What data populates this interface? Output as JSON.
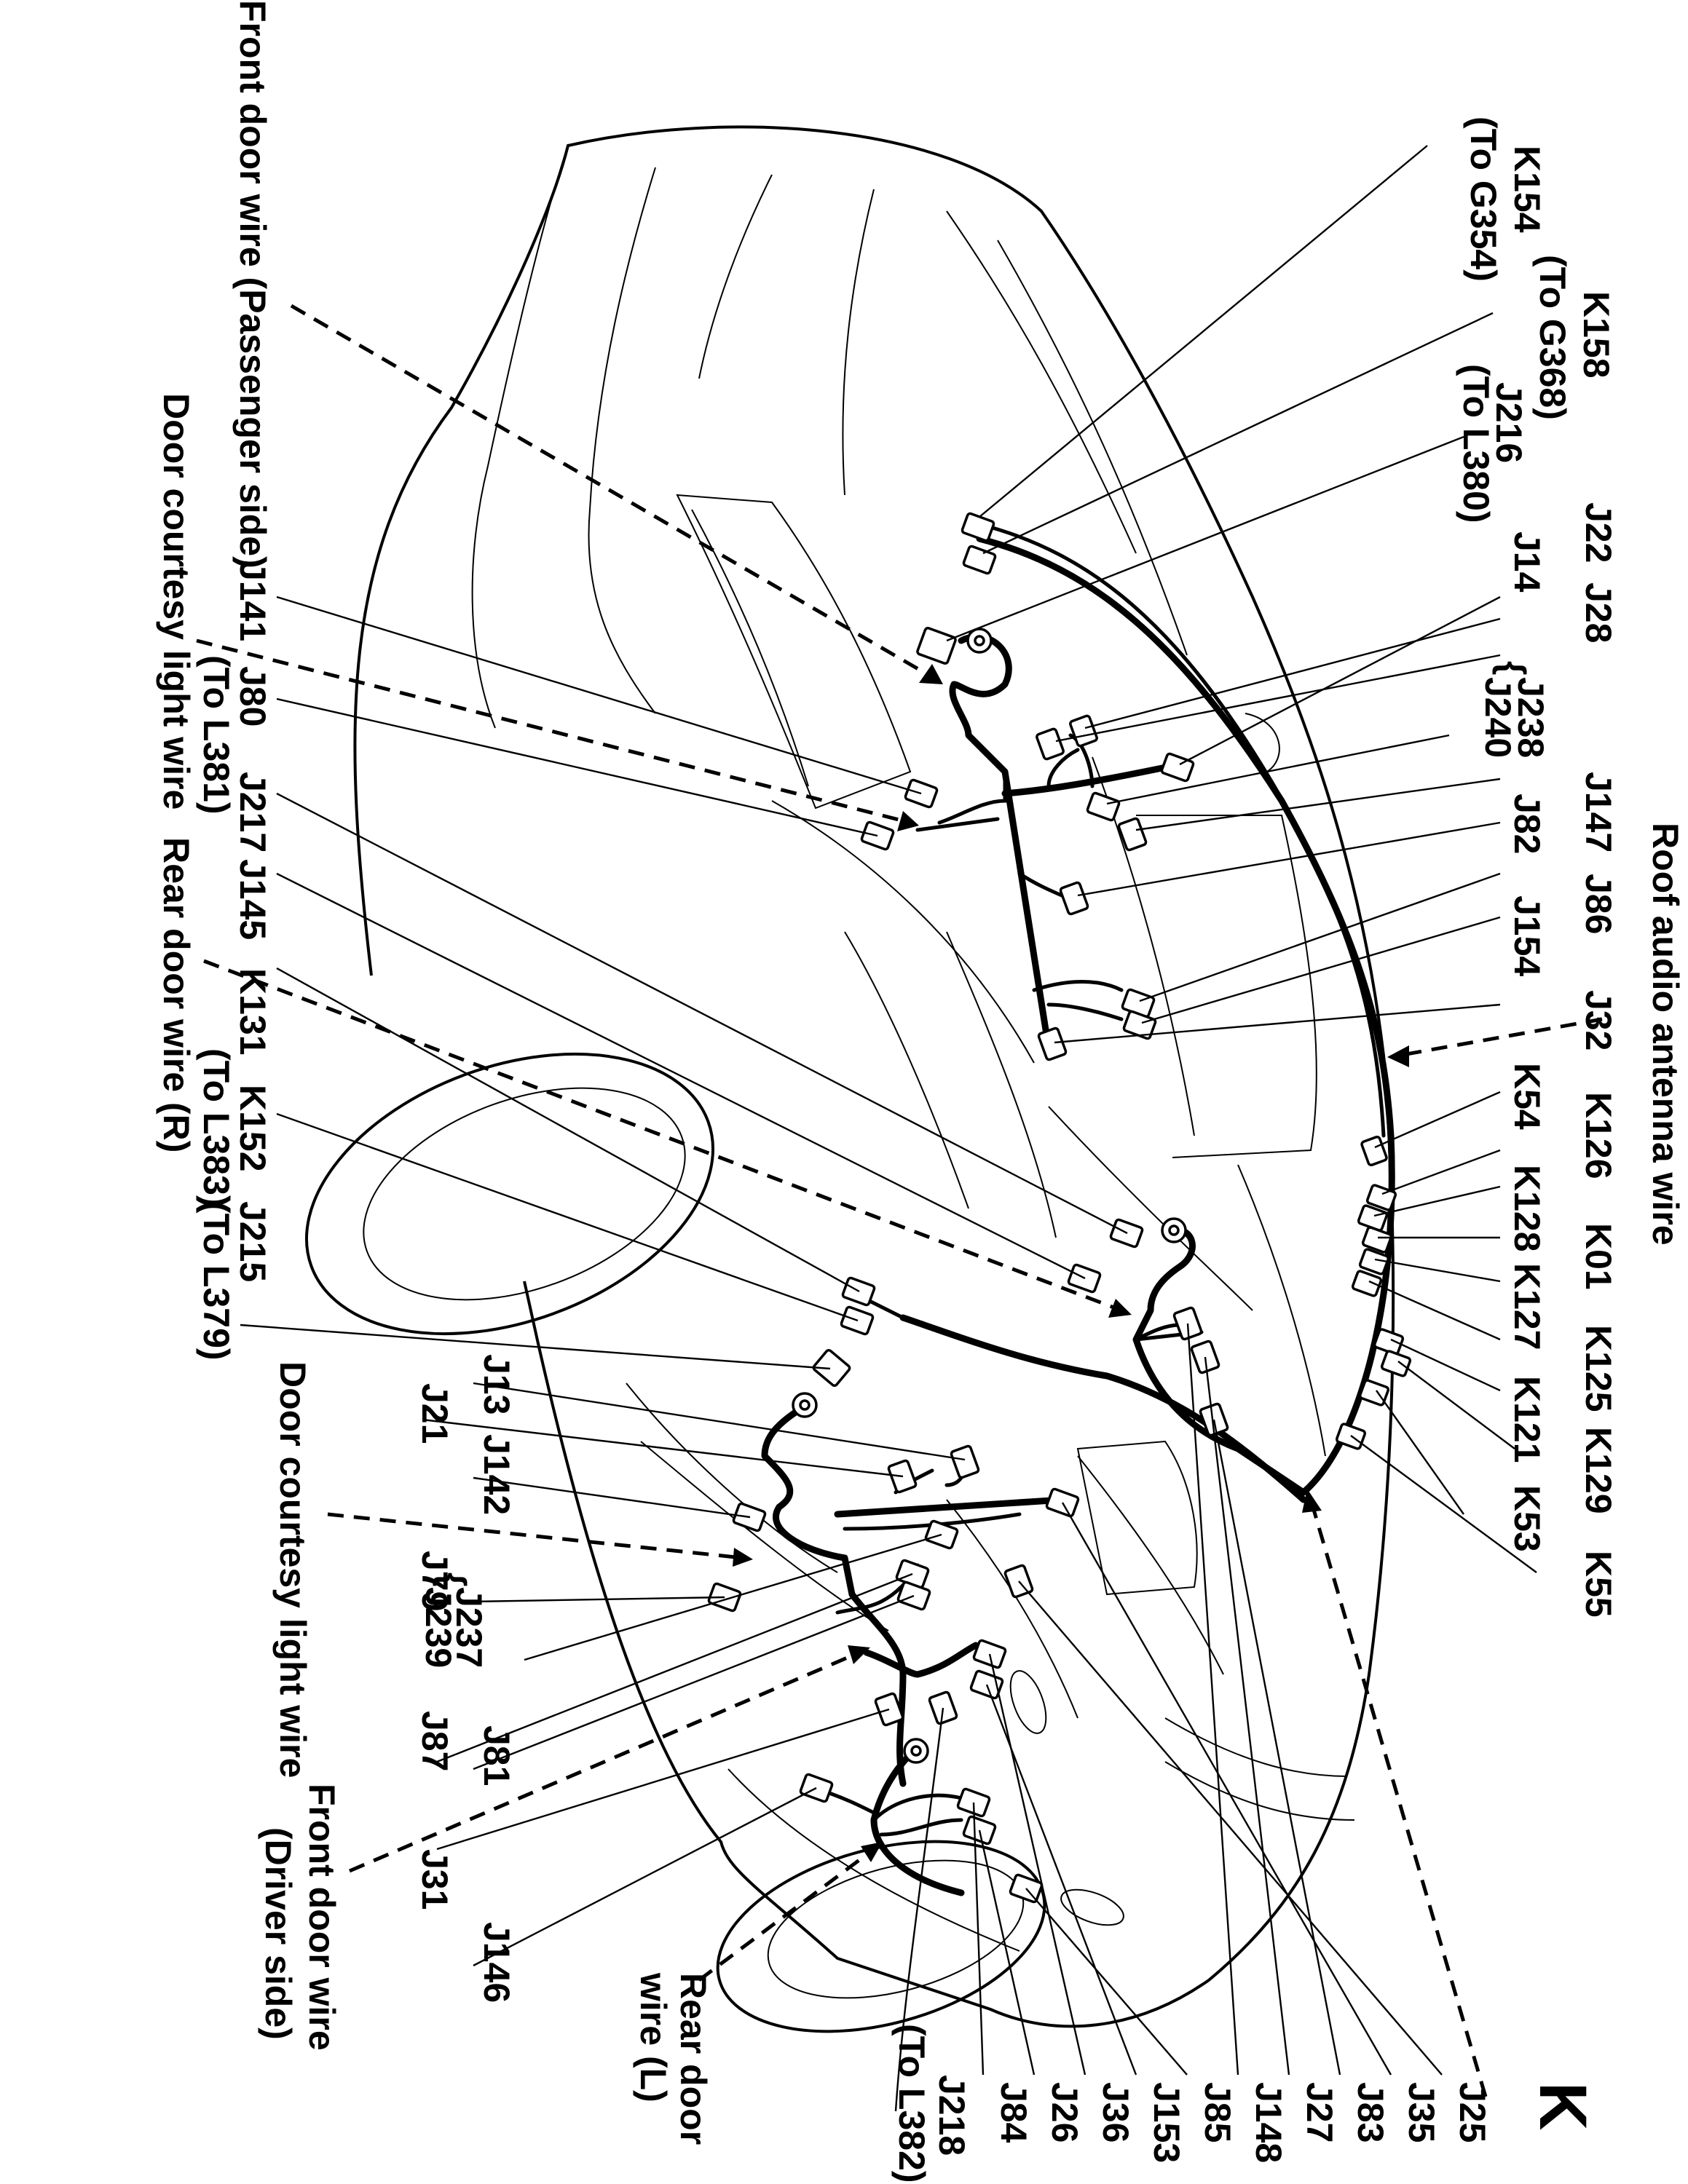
{
  "diagram": {
    "section_letter": "K",
    "wire_labels": {
      "roof_audio_antenna": "Roof audio antenna wire",
      "front_door_passenger": "Front door wire (Passenger side)",
      "door_courtesy_top": "Door courtesy light wire",
      "rear_door_r": "Rear door wire (R)",
      "door_courtesy_bottom": "Door courtesy light wire",
      "front_door_driver_1": "Front door wire",
      "front_door_driver_2": "(Driver side)",
      "rear_door_l_1": "Rear door",
      "rear_door_l_2": "wire (L)"
    },
    "connectors": {
      "K154": "K154",
      "K154_sub": "(To G354)",
      "K158": "K158",
      "K158_sub": "(To G368)",
      "J216": "J216",
      "J216_sub": "(To L380)",
      "J22": "J22",
      "J14": "J14",
      "J28": "J28",
      "J238": "J238",
      "J240": "J240",
      "J147": "J147",
      "J82": "J82",
      "J86": "J86",
      "J154": "J154",
      "J32": "J32",
      "K54": "K54",
      "K126": "K126",
      "K128": "K128",
      "K01": "K01",
      "K127": "K127",
      "K125": "K125",
      "K121": "K121",
      "K129": "K129",
      "K53": "K53",
      "K55": "K55",
      "J141": "J141",
      "J80": "J80",
      "J80_sub": "(To L381)",
      "J217": "J217",
      "J145": "J145",
      "K131": "K131",
      "K131_sub": "(To L383)",
      "K152": "K152",
      "K152_sub": "(To L379)",
      "J215": "J215",
      "J13": "J13",
      "J21": "J21",
      "J142": "J142",
      "J79": "J79",
      "J237": "J237",
      "J239": "J239",
      "J87": "J87",
      "J81": "J81",
      "J31": "J31",
      "J146": "J146",
      "J218": "J218",
      "J218_sub": "(To L382)",
      "J84": "J84",
      "J26": "J26",
      "J36": "J36",
      "J153": "J153",
      "J85": "J85",
      "J148": "J148",
      "J27": "J27",
      "J83": "J83",
      "J35": "J35",
      "J25": "J25"
    },
    "brace_glyph": "{"
  }
}
